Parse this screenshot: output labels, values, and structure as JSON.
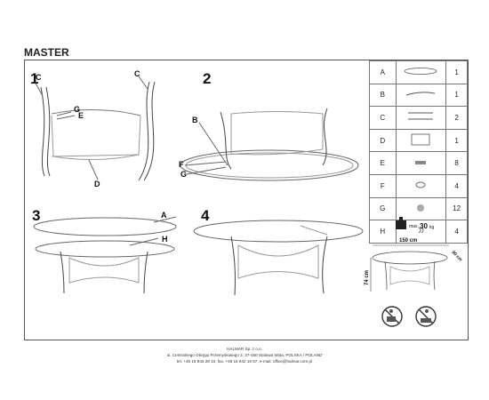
{
  "title": "MASTER",
  "steps": [
    {
      "number": "1",
      "labels": [
        "C",
        "C",
        "G",
        "E",
        "D"
      ]
    },
    {
      "number": "2",
      "labels": [
        "B",
        "F",
        "G"
      ]
    },
    {
      "number": "3",
      "labels": [
        "A",
        "H"
      ]
    },
    {
      "number": "4",
      "labels": []
    }
  ],
  "parts": [
    {
      "letter": "A",
      "qty": "1",
      "icon": "glass-top-icon"
    },
    {
      "letter": "B",
      "qty": "1",
      "icon": "frame-icon"
    },
    {
      "letter": "C",
      "qty": "2",
      "icon": "leg-icon"
    },
    {
      "letter": "D",
      "qty": "1",
      "icon": "panel-icon"
    },
    {
      "letter": "E",
      "qty": "8",
      "icon": "bolt-icon"
    },
    {
      "letter": "F",
      "qty": "4",
      "icon": "washer-icon"
    },
    {
      "letter": "G",
      "qty": "12",
      "icon": "screw-icon"
    },
    {
      "letter": "H",
      "qty": "4",
      "icon": "pad-icon"
    }
  ],
  "max_load": {
    "label": "max.",
    "value": "30",
    "unit": "kg"
  },
  "dimensions": {
    "width": "150 cm",
    "depth": "90 cm",
    "height": "74 cm"
  },
  "footer": {
    "company": "HALMAR Sp. z o.o.",
    "address": "ul. Centralnego Okręgu Przemysłowego 2, 37-450 Stalowa Wola, POLSKA / POLAND",
    "contact": "tel. +48 15 843 28 10, fax. +48 15 842 19 57, e-mail: office@halmar.com.pl"
  }
}
